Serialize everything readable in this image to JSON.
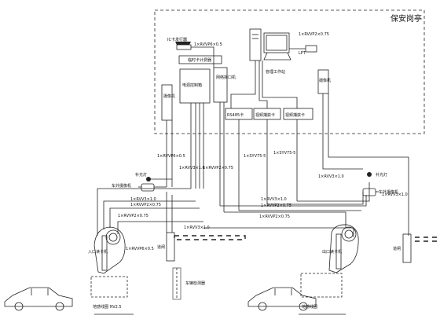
{
  "booth": {
    "title": "保安岗亭",
    "ic_issuer": "IC卡发行器",
    "realtime_printer": "临时卡计费器",
    "power_controller": "电源控制箱",
    "interface_unit": "网络接口机",
    "workstation": "管理工作站",
    "cam_left": "摄像机",
    "cam_right": "摄像机",
    "rs485_card": "RS485卡",
    "video_card_1": "视频捕获卡",
    "video_card_2": "视频捕获卡",
    "lpt": "LPT",
    "cable_issuer": "1×RVVP6×0.5",
    "cable_pc": "1×RVVP2×0.75"
  },
  "cables": {
    "c1": "1×RVVP6×0.5",
    "c2": "1×RVV3×1.0",
    "c3": "1×RVVP2×0.75",
    "c4": "1×RVV3×1.0",
    "c5": "1×SYV75-5",
    "c6": "1×SYV75-5",
    "c7": "1×RVV3×1.0",
    "c8": "1×RVV3×1.0",
    "c9": "1×RVVP2×0.75",
    "c10": "1×RVVP2×0.75",
    "c11": "1×RVV3×1.0",
    "c12": "1×RVVP2×0.75",
    "c13": "1×RVV3×1.0",
    "c14": "1×RVVP2×0.75",
    "c15": "1×RVVP6×0.5"
  },
  "field": {
    "fill_light_left": "补光灯",
    "fill_light_right": "补光灯",
    "camera_left": "车外摄像机",
    "camera_right": "车外摄像机",
    "entry_reader": "入口读卡机",
    "exit_reader": "出口读卡机",
    "barrier_left": "道闸",
    "barrier_right": "道闸",
    "vehicle_detector": "车辆检测器",
    "loop_left": "地感线圈",
    "loop_left_cable": "RV2.5",
    "loop_right": "地感线圈"
  }
}
